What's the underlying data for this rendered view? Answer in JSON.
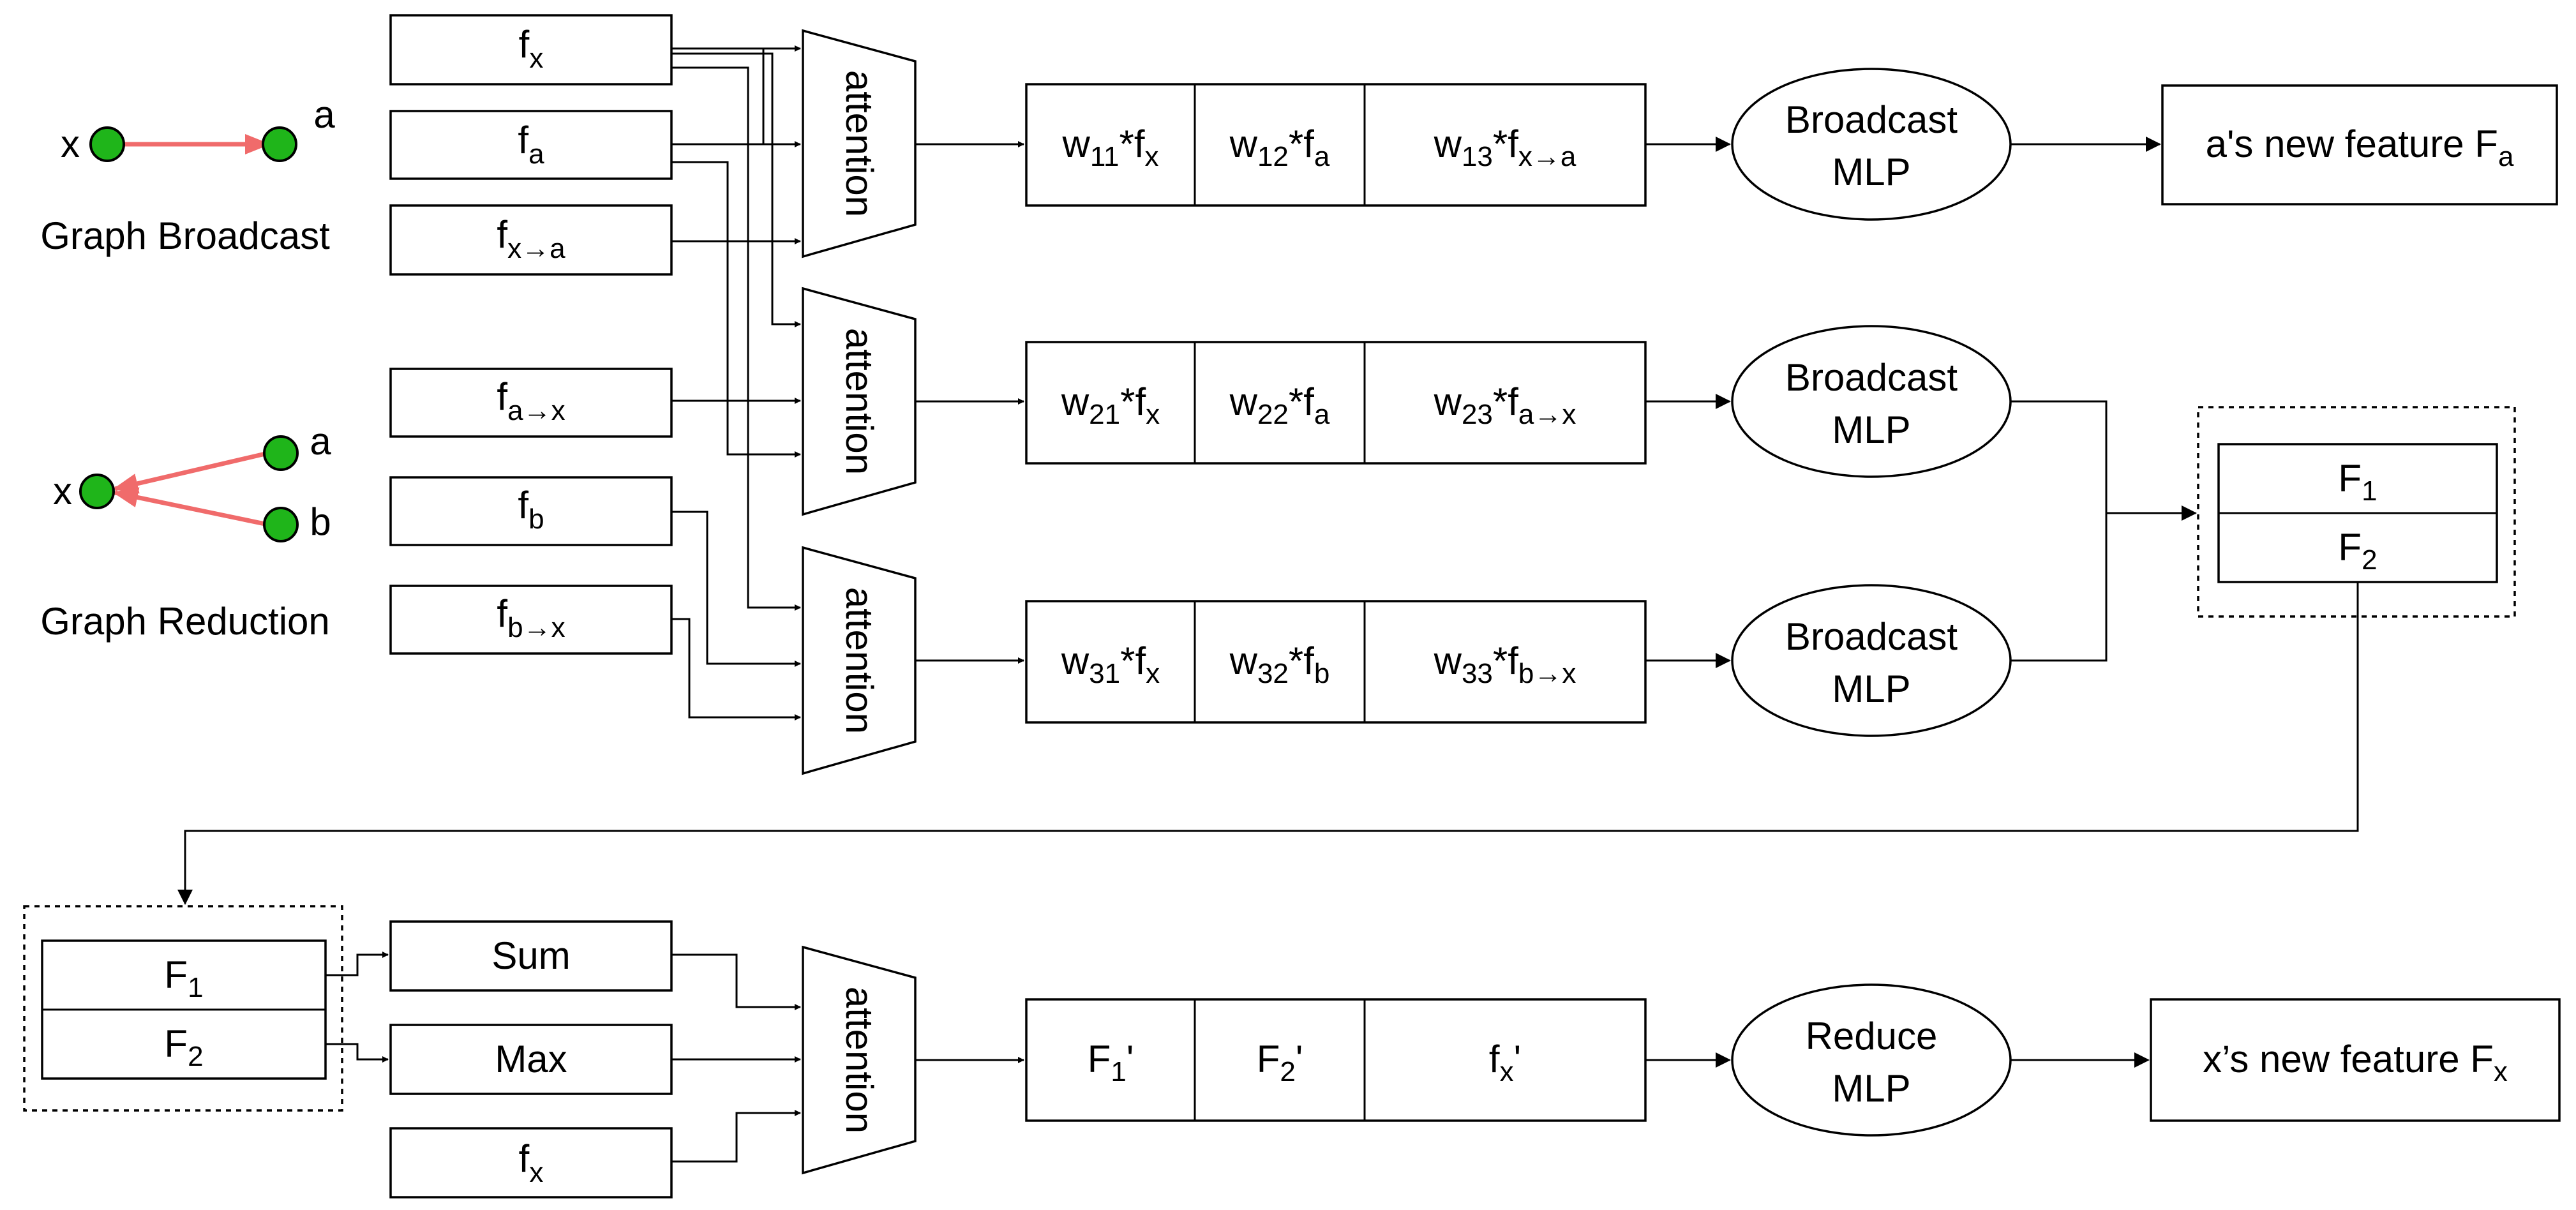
{
  "colors": {
    "node": "#1fb51a",
    "edge": "#f06b6b",
    "stroke": "#000000"
  },
  "graph_broadcast": {
    "title": "Graph Broadcast",
    "source_node": "x",
    "target_node": "a"
  },
  "graph_reduction": {
    "title": "Graph Reduction",
    "target_node": "x",
    "source_nodes": [
      "a",
      "b"
    ]
  },
  "inputs": {
    "f": "f",
    "sub_x": "x",
    "sub_a": "a",
    "sub_b": "b",
    "sub_x_to_a": "x→a",
    "sub_a_to_x": "a→x",
    "sub_b_to_x": "b→x"
  },
  "attention_label": "attention",
  "weights": {
    "row1": [
      {
        "w": "w",
        "idx": "11",
        "f": "*f",
        "sub": "x"
      },
      {
        "w": "w",
        "idx": "12",
        "f": "*f",
        "sub": "a"
      },
      {
        "w": "w",
        "idx": "13",
        "f": "*f",
        "sub": "x→a"
      }
    ],
    "row2": [
      {
        "w": "w",
        "idx": "21",
        "f": "*f",
        "sub": "x"
      },
      {
        "w": "w",
        "idx": "22",
        "f": "*f",
        "sub": "a"
      },
      {
        "w": "w",
        "idx": "23",
        "f": "*f",
        "sub": "a→x"
      }
    ],
    "row3": [
      {
        "w": "w",
        "idx": "31",
        "f": "*f",
        "sub": "x"
      },
      {
        "w": "w",
        "idx": "32",
        "f": "*f",
        "sub": "b"
      },
      {
        "w": "w",
        "idx": "33",
        "f": "*f",
        "sub": "b→x"
      }
    ]
  },
  "mlp": {
    "broadcast_line1": "Broadcast",
    "broadcast_line2": "MLP",
    "reduce_line1": "Reduce",
    "reduce_line2": "MLP"
  },
  "outputs": {
    "broadcast_prefix": "a's new feature F",
    "broadcast_sub": "a",
    "reduce_prefix": "x’s new feature F",
    "reduce_sub": "x"
  },
  "stack": {
    "F": "F",
    "sub1": "1",
    "sub2": "2"
  },
  "reduction_ops": {
    "sum": "Sum",
    "max": "Max",
    "fx_main": "f",
    "fx_sub": "x"
  },
  "final_features": {
    "f1": "F",
    "f1_sub": "1",
    "f1_prime": "'",
    "f2": "F",
    "f2_sub": "2",
    "f2_prime": "'",
    "fx": "f",
    "fx_sub": "x",
    "fx_prime": "'"
  }
}
